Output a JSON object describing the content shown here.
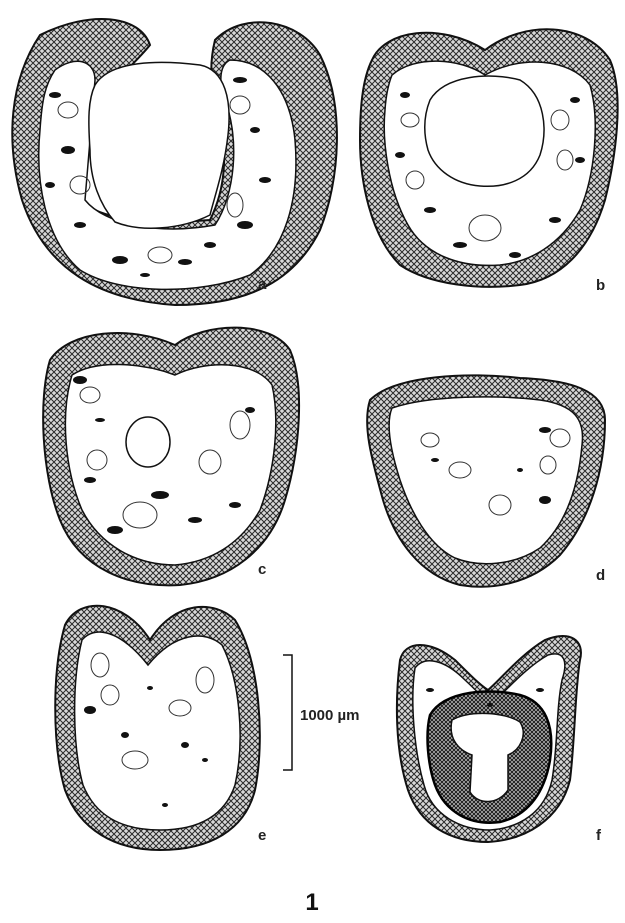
{
  "figure": {
    "panels": [
      {
        "id": "a",
        "label": "a"
      },
      {
        "id": "b",
        "label": "b"
      },
      {
        "id": "c",
        "label": "c"
      },
      {
        "id": "d",
        "label": "d"
      },
      {
        "id": "e",
        "label": "e"
      },
      {
        "id": "f",
        "label": "f"
      }
    ],
    "scale_bar_label": "1000 µm",
    "figure_number": "1"
  }
}
